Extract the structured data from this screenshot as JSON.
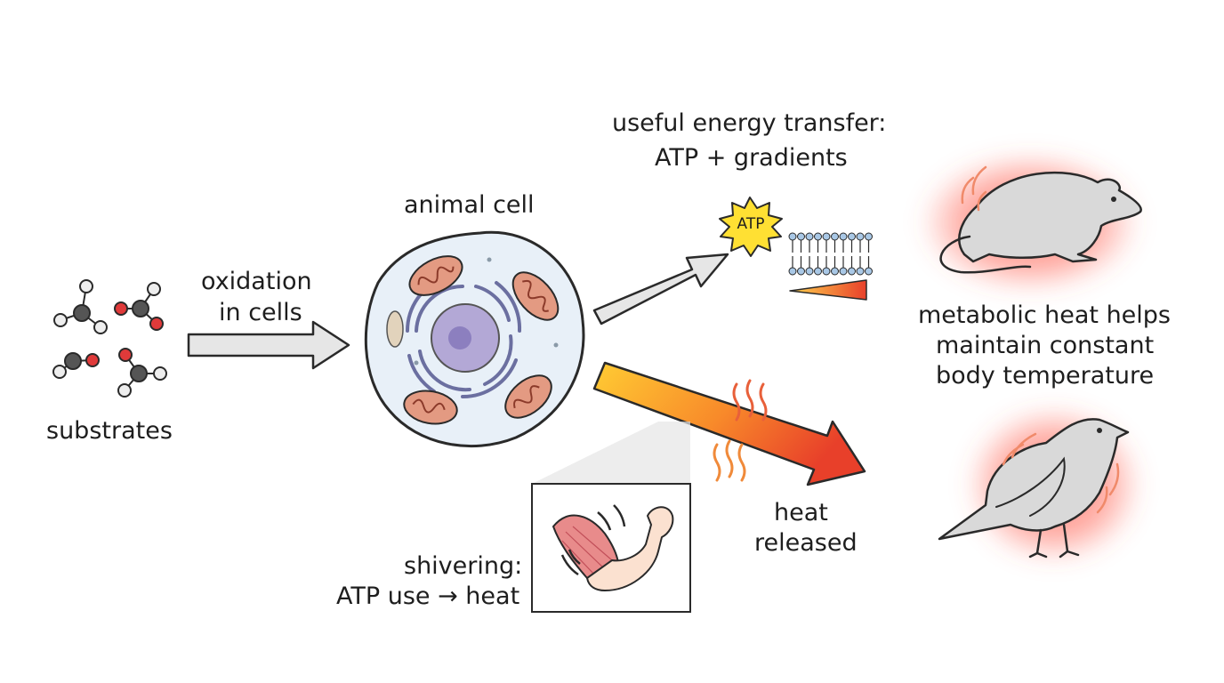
{
  "labels": {
    "substrates": "substrates",
    "oxidation_line1": "oxidation",
    "oxidation_line2": "in cells",
    "animal_cell": "animal cell",
    "useful_line1": "useful energy transfer:",
    "useful_line2": "ATP  +  gradients",
    "atp_badge": "ATP",
    "heat_line1": "heat",
    "heat_line2": "released",
    "shiver_line1": "shivering:",
    "shiver_line2": "ATP use → heat",
    "metabolic_line1": "metabolic heat helps",
    "metabolic_line2": "maintain constant",
    "metabolic_line3": "body temperature"
  },
  "icons": {
    "molecules": "molecule-icon",
    "cell": "cell-icon",
    "atp": "atp-starburst-icon",
    "membrane": "lipid-bilayer-icon",
    "gradient": "gradient-wedge-icon",
    "heat_waves": "heat-wave-icon",
    "muscle": "flexed-arm-icon",
    "rat": "rat-icon",
    "bird": "bird-icon"
  },
  "colors": {
    "outline": "#2a2a2a",
    "arrow_gray": "#e6e6e6",
    "cell_fill": "#e8f0f8",
    "nucleus": "#b3a8d6",
    "er": "#6b6fa0",
    "mito": "#e39a82",
    "heat_start": "#ffcc33",
    "heat_end": "#e8402a",
    "glow": "#ff5a4a",
    "atom_red": "#e03a3a",
    "atom_dark": "#555555",
    "animal_fill": "#d9d9d9"
  }
}
